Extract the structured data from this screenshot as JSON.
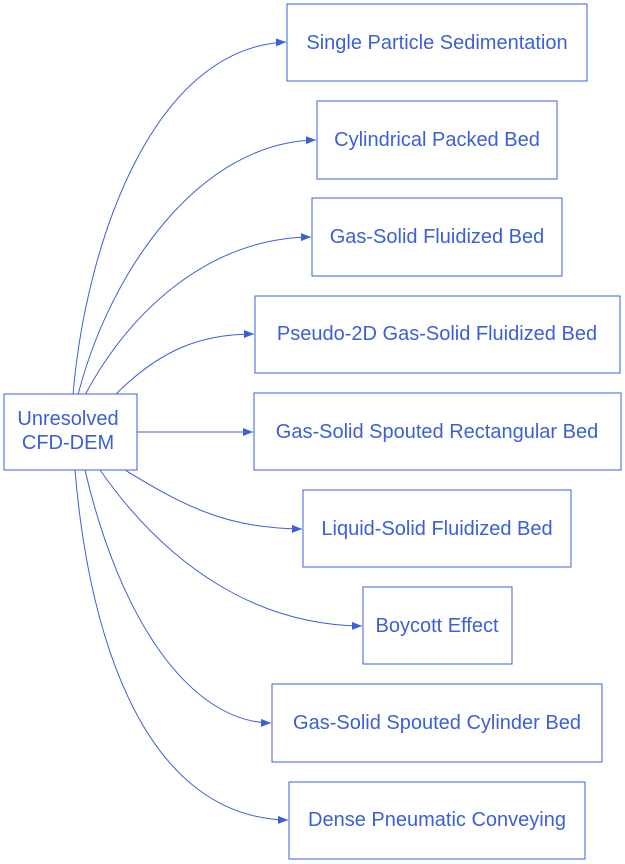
{
  "colors": {
    "accent": "#3b5fd9",
    "background": "#ffffff"
  },
  "root": {
    "label_lines": [
      "Unresolved",
      "CFD-DEM"
    ]
  },
  "targets": [
    {
      "label": "Single Particle Sedimentation"
    },
    {
      "label": "Cylindrical Packed Bed"
    },
    {
      "label": "Gas-Solid Fluidized Bed"
    },
    {
      "label": "Pseudo-2D Gas-Solid Fluidized Bed"
    },
    {
      "label": "Gas-Solid Spouted Rectangular Bed"
    },
    {
      "label": "Liquid-Solid Fluidized Bed"
    },
    {
      "label": "Boycott Effect"
    },
    {
      "label": "Gas-Solid Spouted Cylinder Bed"
    },
    {
      "label": "Dense Pneumatic Conveying"
    }
  ]
}
